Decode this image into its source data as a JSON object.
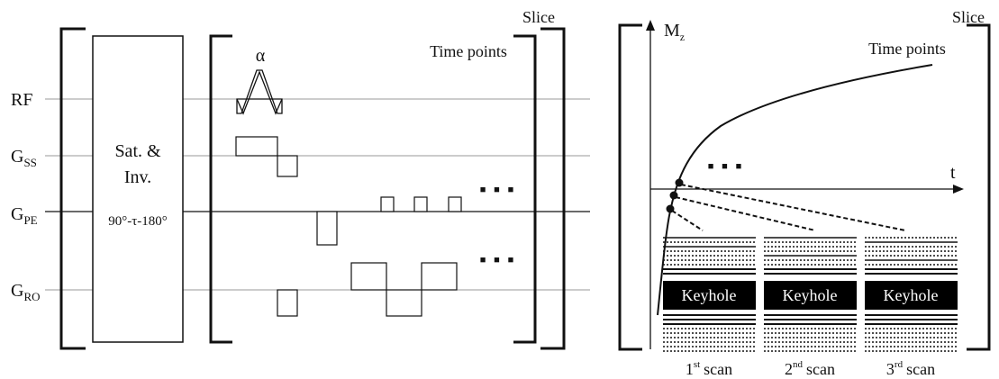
{
  "pulse_sequence": {
    "channels": [
      {
        "label": "RF",
        "subscript": ""
      },
      {
        "label": "G",
        "subscript": "SS"
      },
      {
        "label": "G",
        "subscript": "PE"
      },
      {
        "label": "G",
        "subscript": "RO"
      }
    ],
    "prep_block": {
      "line1": "Sat. &",
      "line2": "Inv.",
      "line3": "90°-τ-180°"
    },
    "flip_angle_label": "α",
    "time_points_label": "Time points",
    "slice_label": "Slice",
    "ellipsis": "■ ■ ■"
  },
  "mz_plot": {
    "y_label": "M",
    "y_label_sub": "z",
    "x_label": "t",
    "time_points_label": "Time points",
    "slice_label": "Slice",
    "ellipsis": "■ ■ ■",
    "keyhole_label": "Keyhole",
    "scans": [
      {
        "num": "1",
        "sup": "st",
        "word": "scan"
      },
      {
        "num": "2",
        "sup": "nd",
        "word": "scan"
      },
      {
        "num": "3",
        "sup": "rd",
        "word": "scan"
      }
    ]
  },
  "colors": {
    "ink": "#111111",
    "grid": "#999999",
    "keyhole_bg": "#000000",
    "keyhole_text": "#ffffff"
  }
}
